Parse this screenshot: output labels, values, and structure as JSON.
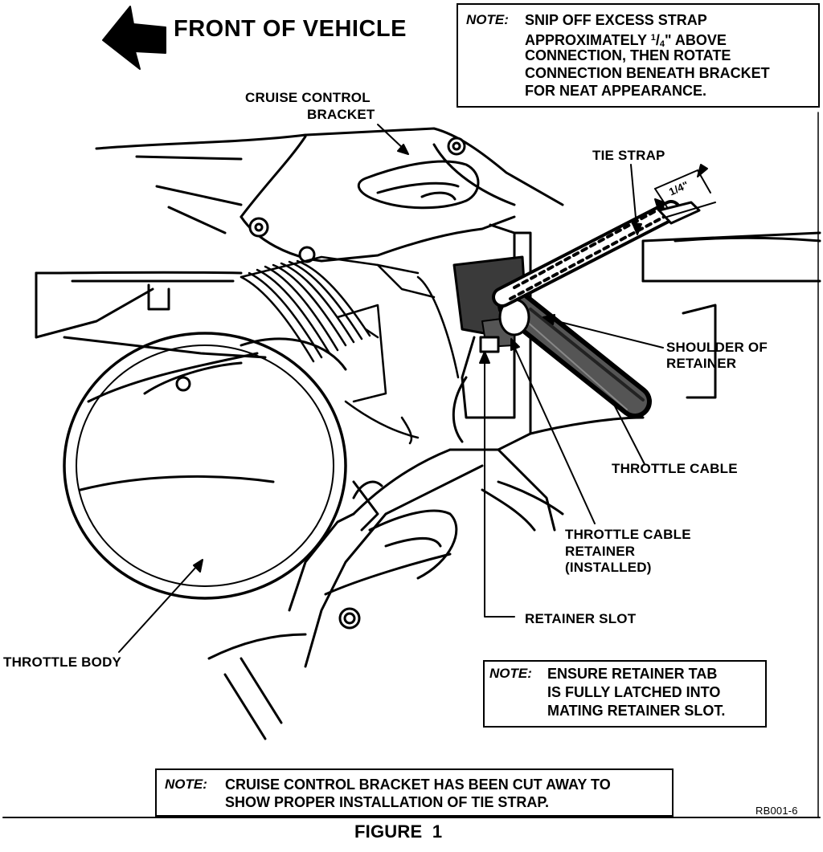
{
  "header": {
    "direction_label": "FRONT OF VEHICLE"
  },
  "note_top": {
    "key": "NOTE:",
    "line1": "SNIP OFF EXCESS STRAP",
    "line2_pre": "APPROXIMATELY ",
    "line2_num": "1",
    "line2_den": "4",
    "line2_post": "\" ABOVE",
    "line3": "CONNECTION, THEN ROTATE",
    "line4": "CONNECTION BENEATH BRACKET",
    "line5": "FOR NEAT APPEARANCE."
  },
  "labels": {
    "cruise_bracket_1": "CRUISE CONTROL",
    "cruise_bracket_2": "BRACKET",
    "tie_strap": "TIE STRAP",
    "dimension": "1/4\"",
    "shoulder_1": "SHOULDER OF",
    "shoulder_2": "RETAINER",
    "throttle_cable": "THROTTLE CABLE",
    "retainer_1": "THROTTLE CABLE",
    "retainer_2": "RETAINER",
    "retainer_3": "(INSTALLED)",
    "retainer_slot": "RETAINER SLOT",
    "throttle_body": "THROTTLE BODY"
  },
  "note_mid": {
    "key": "NOTE:",
    "line1": "ENSURE RETAINER TAB",
    "line2": "IS FULLY LATCHED INTO",
    "line3": "MATING RETAINER SLOT."
  },
  "note_bottom": {
    "key": "NOTE:",
    "line1": "CRUISE CONTROL BRACKET HAS BEEN CUT AWAY TO",
    "line2": "SHOW PROPER INSTALLATION OF TIE STRAP."
  },
  "figure_code": "RB001-6",
  "caption": "FIGURE  1",
  "colors": {
    "ink": "#000000",
    "paper": "#ffffff",
    "shade": "#3a3a3a"
  }
}
